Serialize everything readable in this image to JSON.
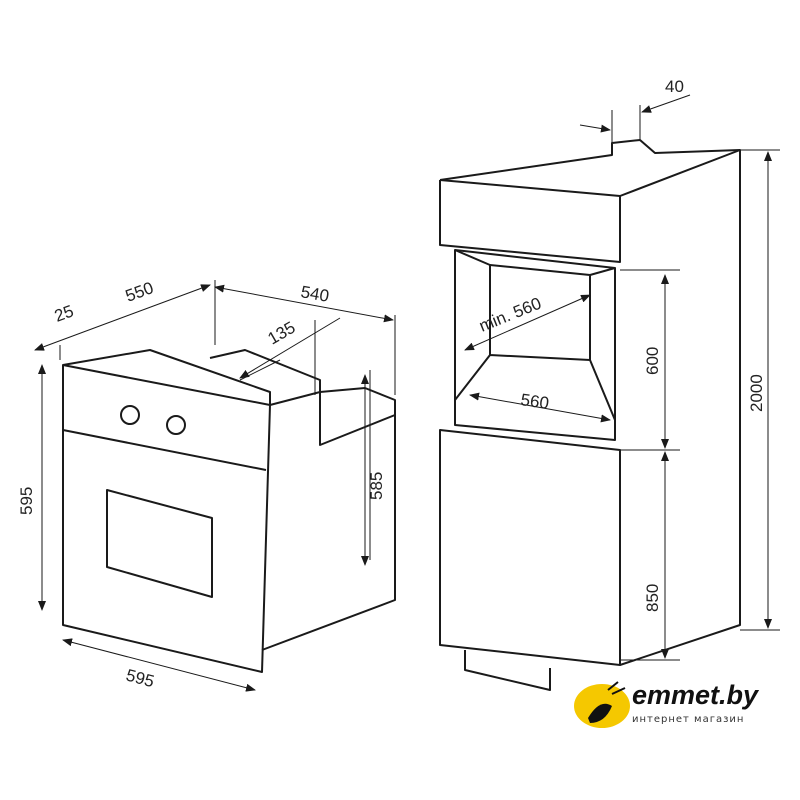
{
  "dimensions": {
    "oven_depth_lip": "25",
    "oven_depth": "550",
    "niche_depth": "540",
    "vent_gap": "135",
    "oven_height": "595",
    "body_height": "585",
    "oven_width": "595",
    "top_gap": "40",
    "niche_min_width": "min. 560",
    "niche_width": "560",
    "niche_height": "600",
    "lower_height": "850",
    "total_height": "2000"
  },
  "logo": {
    "name": "emmet.by",
    "tagline": "интернет магазин",
    "color": "#f5c800"
  }
}
